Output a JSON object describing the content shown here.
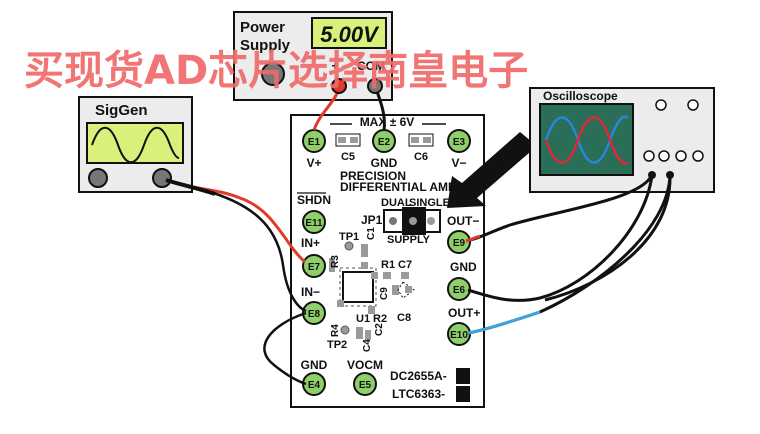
{
  "power_supply": {
    "title_line1": "Power",
    "title_line2": "Supply",
    "display": "5.00V",
    "plus_label": "+",
    "com_label": "COM"
  },
  "siggen": {
    "title": "SigGen"
  },
  "oscilloscope": {
    "title": "Oscilloscope"
  },
  "board": {
    "max_label": "MAX ± 6V",
    "title_line1": "PRECISION",
    "title_line2": "DIFFERENTIAL AMPL",
    "dual_label": "DUAL",
    "single_label": "SINGLE",
    "supply_label": "SUPPLY",
    "jumper_label": "JP1",
    "shdn_label": "SHDN",
    "part1": "DC2655A-",
    "part2": "LTC6363-",
    "components": {
      "c5": "C5",
      "c6": "C6",
      "tp1": "TP1",
      "c1": "C1",
      "r3": "R3",
      "r1": "R1",
      "c7": "C7",
      "c9": "C9",
      "c8": "C8",
      "u1": "U1",
      "r2": "R2",
      "r4": "R4",
      "c2": "C2",
      "tp2": "TP2",
      "c4": "C4"
    },
    "terminals": [
      {
        "id": "E1",
        "label": "V+"
      },
      {
        "id": "E2",
        "label": "GND"
      },
      {
        "id": "E3",
        "label": "V−"
      },
      {
        "id": "E11",
        "label": ""
      },
      {
        "id": "E7",
        "label": "IN+"
      },
      {
        "id": "E8",
        "label": "IN−"
      },
      {
        "id": "E4",
        "label": "GND"
      },
      {
        "id": "E5",
        "label": "VOCM"
      },
      {
        "id": "E9",
        "label": "OUT−"
      },
      {
        "id": "E6",
        "label": "GND"
      },
      {
        "id": "E10",
        "label": "OUT+"
      }
    ]
  },
  "watermark": "买现货AD芯片选择南皇电子",
  "colors": {
    "wire_red": "#e23a2a",
    "wire_blue": "#3aa6dd",
    "wire_black": "#111111",
    "lcd_green": "#d9f07a",
    "scope_screen": "#2a6e57",
    "wave_blue": "#2a86d8",
    "wave_red": "#e0263a",
    "watermark": "#f06a6a"
  }
}
